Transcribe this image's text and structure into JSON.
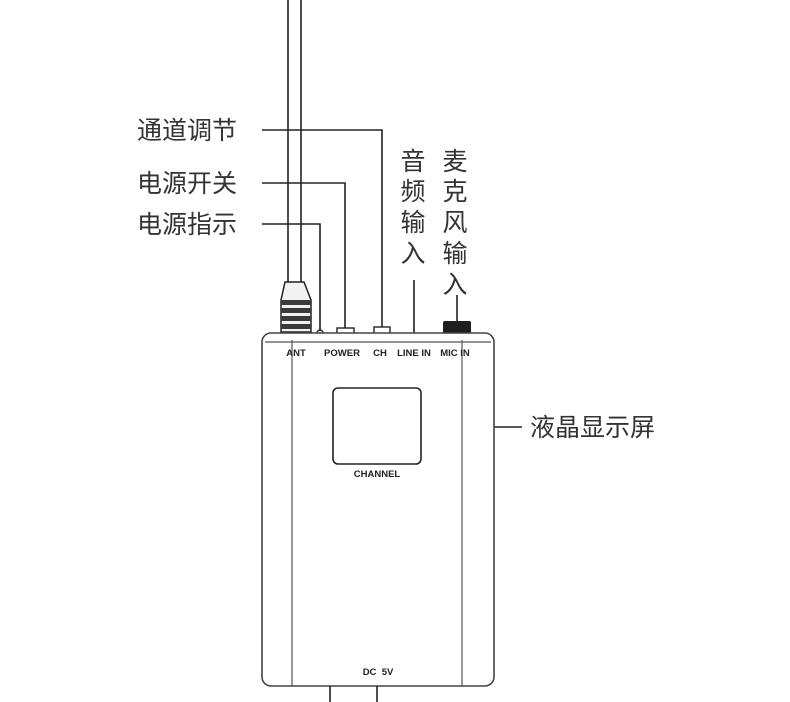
{
  "callouts": {
    "channel_adjust": "通道调节",
    "power_switch": "电源开关",
    "power_indicator": "电源指示",
    "audio_input": [
      "音",
      "频",
      "输",
      "入"
    ],
    "mic_input": [
      "麦",
      "克",
      "风",
      "输",
      "入"
    ],
    "lcd_screen": "液晶显示屏"
  },
  "ports": {
    "ant": "ANT",
    "power": "POWER",
    "ch": "CH",
    "line_in": "LINE IN",
    "mic_in": "MIC IN"
  },
  "device": {
    "screen_label": "CHANNEL",
    "bottom_label": "DC  5V"
  }
}
